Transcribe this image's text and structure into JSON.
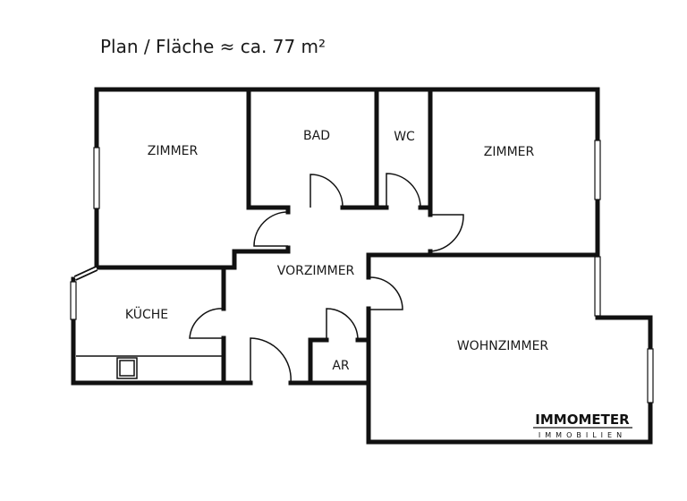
{
  "title": "Plan / Fläche ≈ ca. 77 m²",
  "rooms": {
    "zimmer_left": "ZIMMER",
    "bad": "BAD",
    "wc": "WC",
    "zimmer_right": "ZIMMER",
    "vorzimmer": "VORZIMMER",
    "kueche": "KÜCHE",
    "ar": "AR",
    "wohnzimmer": "WOHNZIMMER"
  },
  "logo": {
    "brand": "IMMOMETER",
    "sub": "IMMOBILIEN"
  },
  "colors": {
    "wall": "#111111",
    "background": "#ffffff"
  }
}
